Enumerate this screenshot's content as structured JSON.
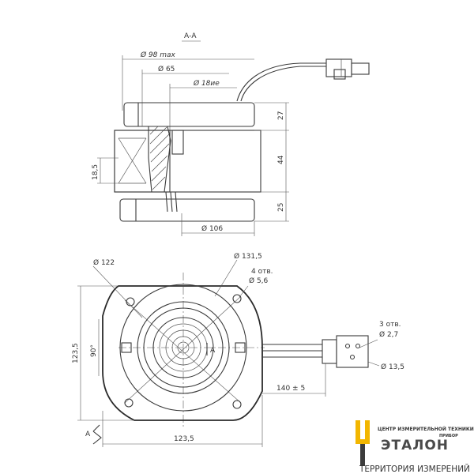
{
  "section": {
    "label": "А-А",
    "view_marker": "А"
  },
  "side_view": {
    "d_max": "Ø 98 max",
    "d_65": "Ø 65",
    "d_18": "Ø 18ие",
    "d_106": "Ø 106",
    "h_27": "27",
    "h_44": "44",
    "h_25": "25",
    "h_185": "18,5"
  },
  "plan_view": {
    "d_122": "Ø 122",
    "d_1315": "Ø 131,5",
    "holes_4": "4 отв.",
    "d_56": "Ø 5,6",
    "holes_3": "3 отв.",
    "d_27": "Ø 2,7",
    "d_135": "Ø 13,5",
    "len_140": "140 ± 5",
    "width_1235": "123,5",
    "height_1235": "123,5",
    "angle_90": "90°",
    "arrow_label": "А"
  },
  "logo": {
    "top_line": "ЦЕНТР ИЗМЕРИТЕЛЬНОЙ ТЕХНИКИ",
    "small_word": "ПРИБОР",
    "brand": "ЭТАЛОН",
    "bottom_line": "ТЕРРИТОРИЯ ИЗМЕРЕНИЙ",
    "colors": {
      "gold": "#f2b600",
      "dark": "#3c3c3c"
    }
  }
}
